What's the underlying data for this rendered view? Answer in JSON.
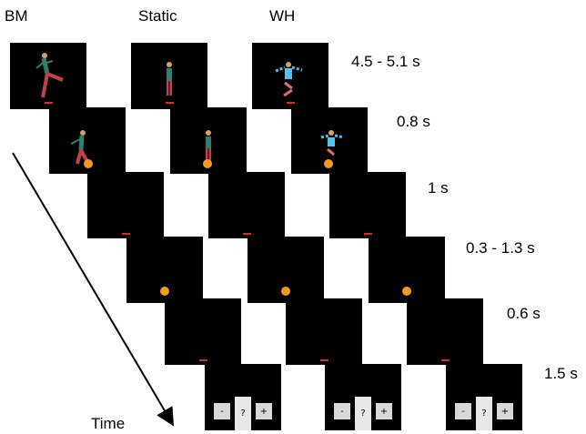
{
  "conditions": [
    "BM",
    "Static",
    "WH"
  ],
  "timings": [
    "4.5 - 5.1 s",
    "0.8 s",
    "1 s",
    "0.3 - 1.3 s",
    "0.6 s",
    "1.5 s"
  ],
  "time_label": "Time",
  "response_buttons": {
    "minus": "-",
    "question": "?",
    "plus": "+"
  },
  "colors": {
    "frame": "#000000",
    "figure_torso": "#2f7f6f",
    "figure_legs": "#c0414a",
    "figure_skin": "#d9a066",
    "wh_limbs": "#4fc3e8",
    "wh_legs": "#e06a7a",
    "cue_bar": "#d62a2a",
    "ball": "#f59a1a"
  }
}
